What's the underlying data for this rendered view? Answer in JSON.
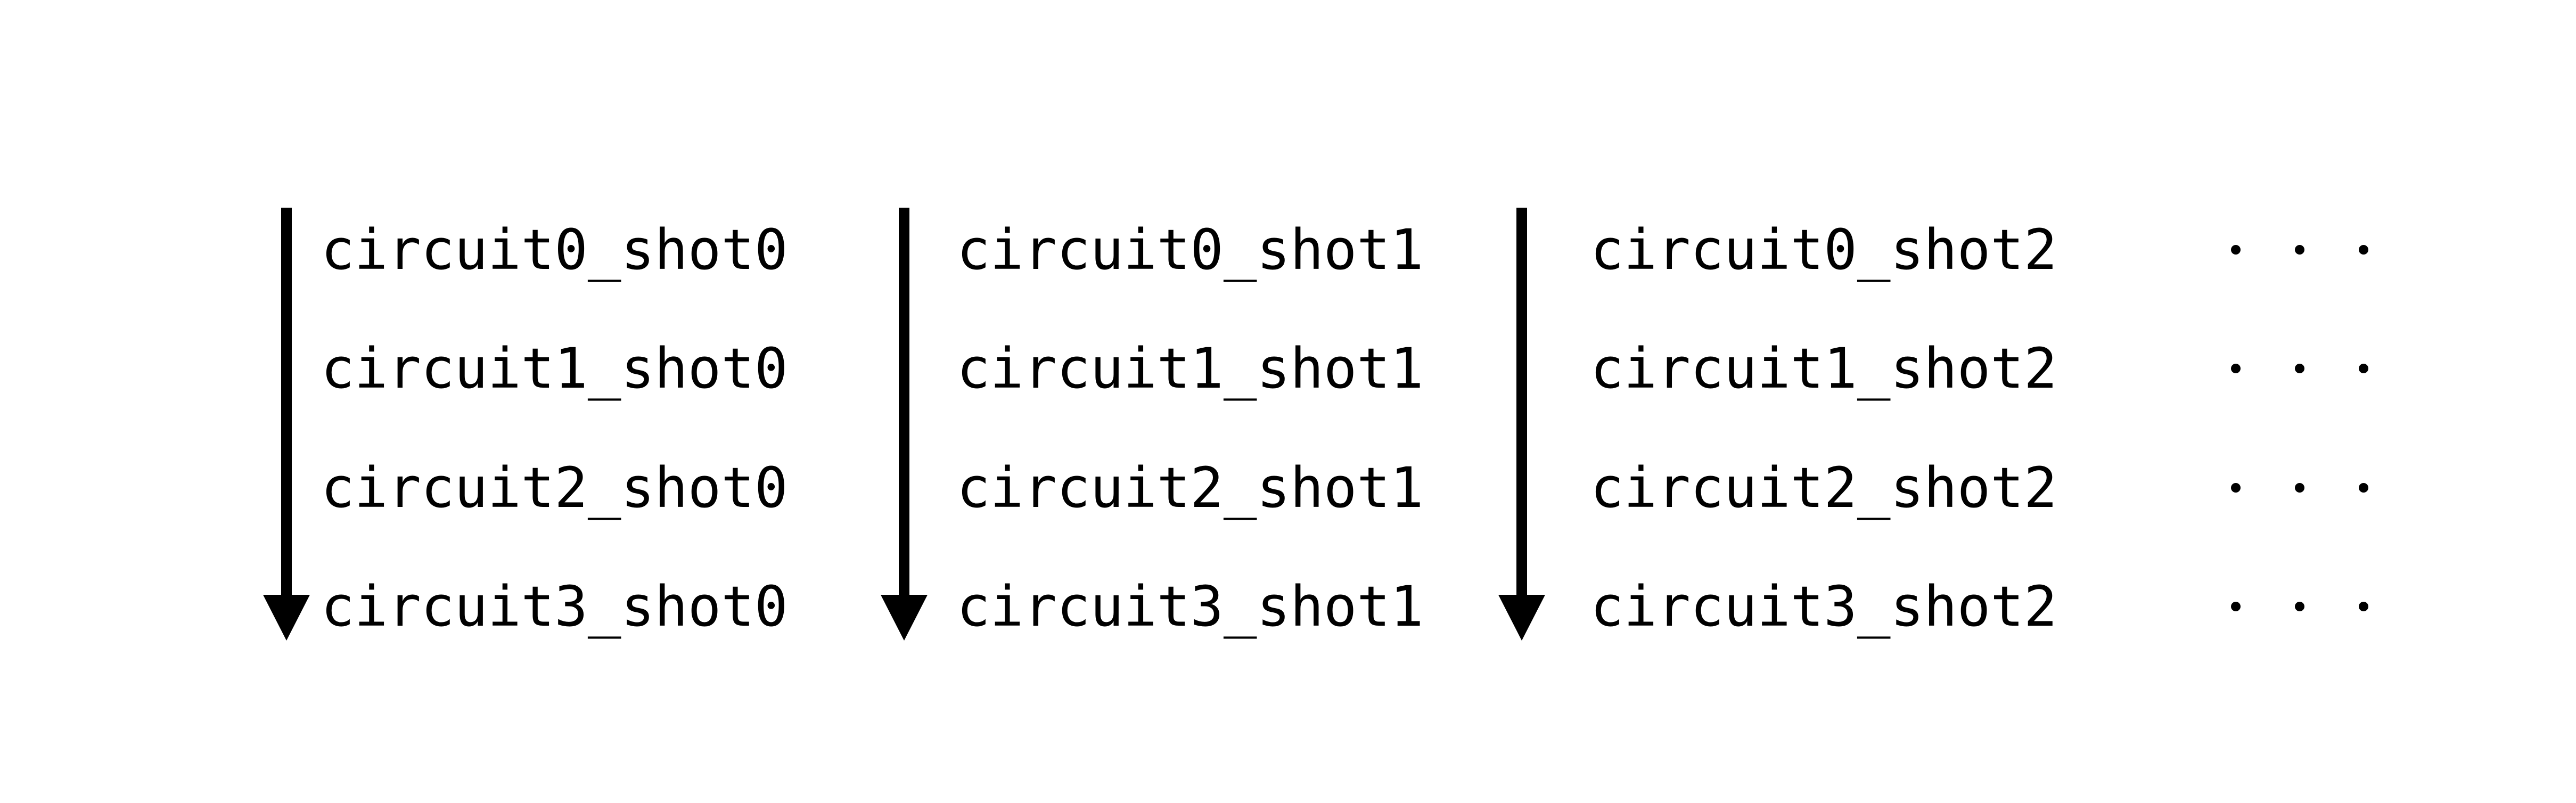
{
  "colors": {
    "background": "#ffffff",
    "ink": "#000000"
  },
  "columns": [
    {
      "arrow_icon": "down-arrow",
      "labels": [
        "circuit0_shot0",
        "circuit1_shot0",
        "circuit2_shot0",
        "circuit3_shot0"
      ]
    },
    {
      "arrow_icon": "down-arrow",
      "labels": [
        "circuit0_shot1",
        "circuit1_shot1",
        "circuit2_shot1",
        "circuit3_shot1"
      ]
    },
    {
      "arrow_icon": "down-arrow",
      "labels": [
        "circuit0_shot2",
        "circuit1_shot2",
        "circuit2_shot2",
        "circuit3_shot2"
      ]
    }
  ],
  "ellipsis": {
    "rows": 4,
    "dots_per_row": 3
  }
}
